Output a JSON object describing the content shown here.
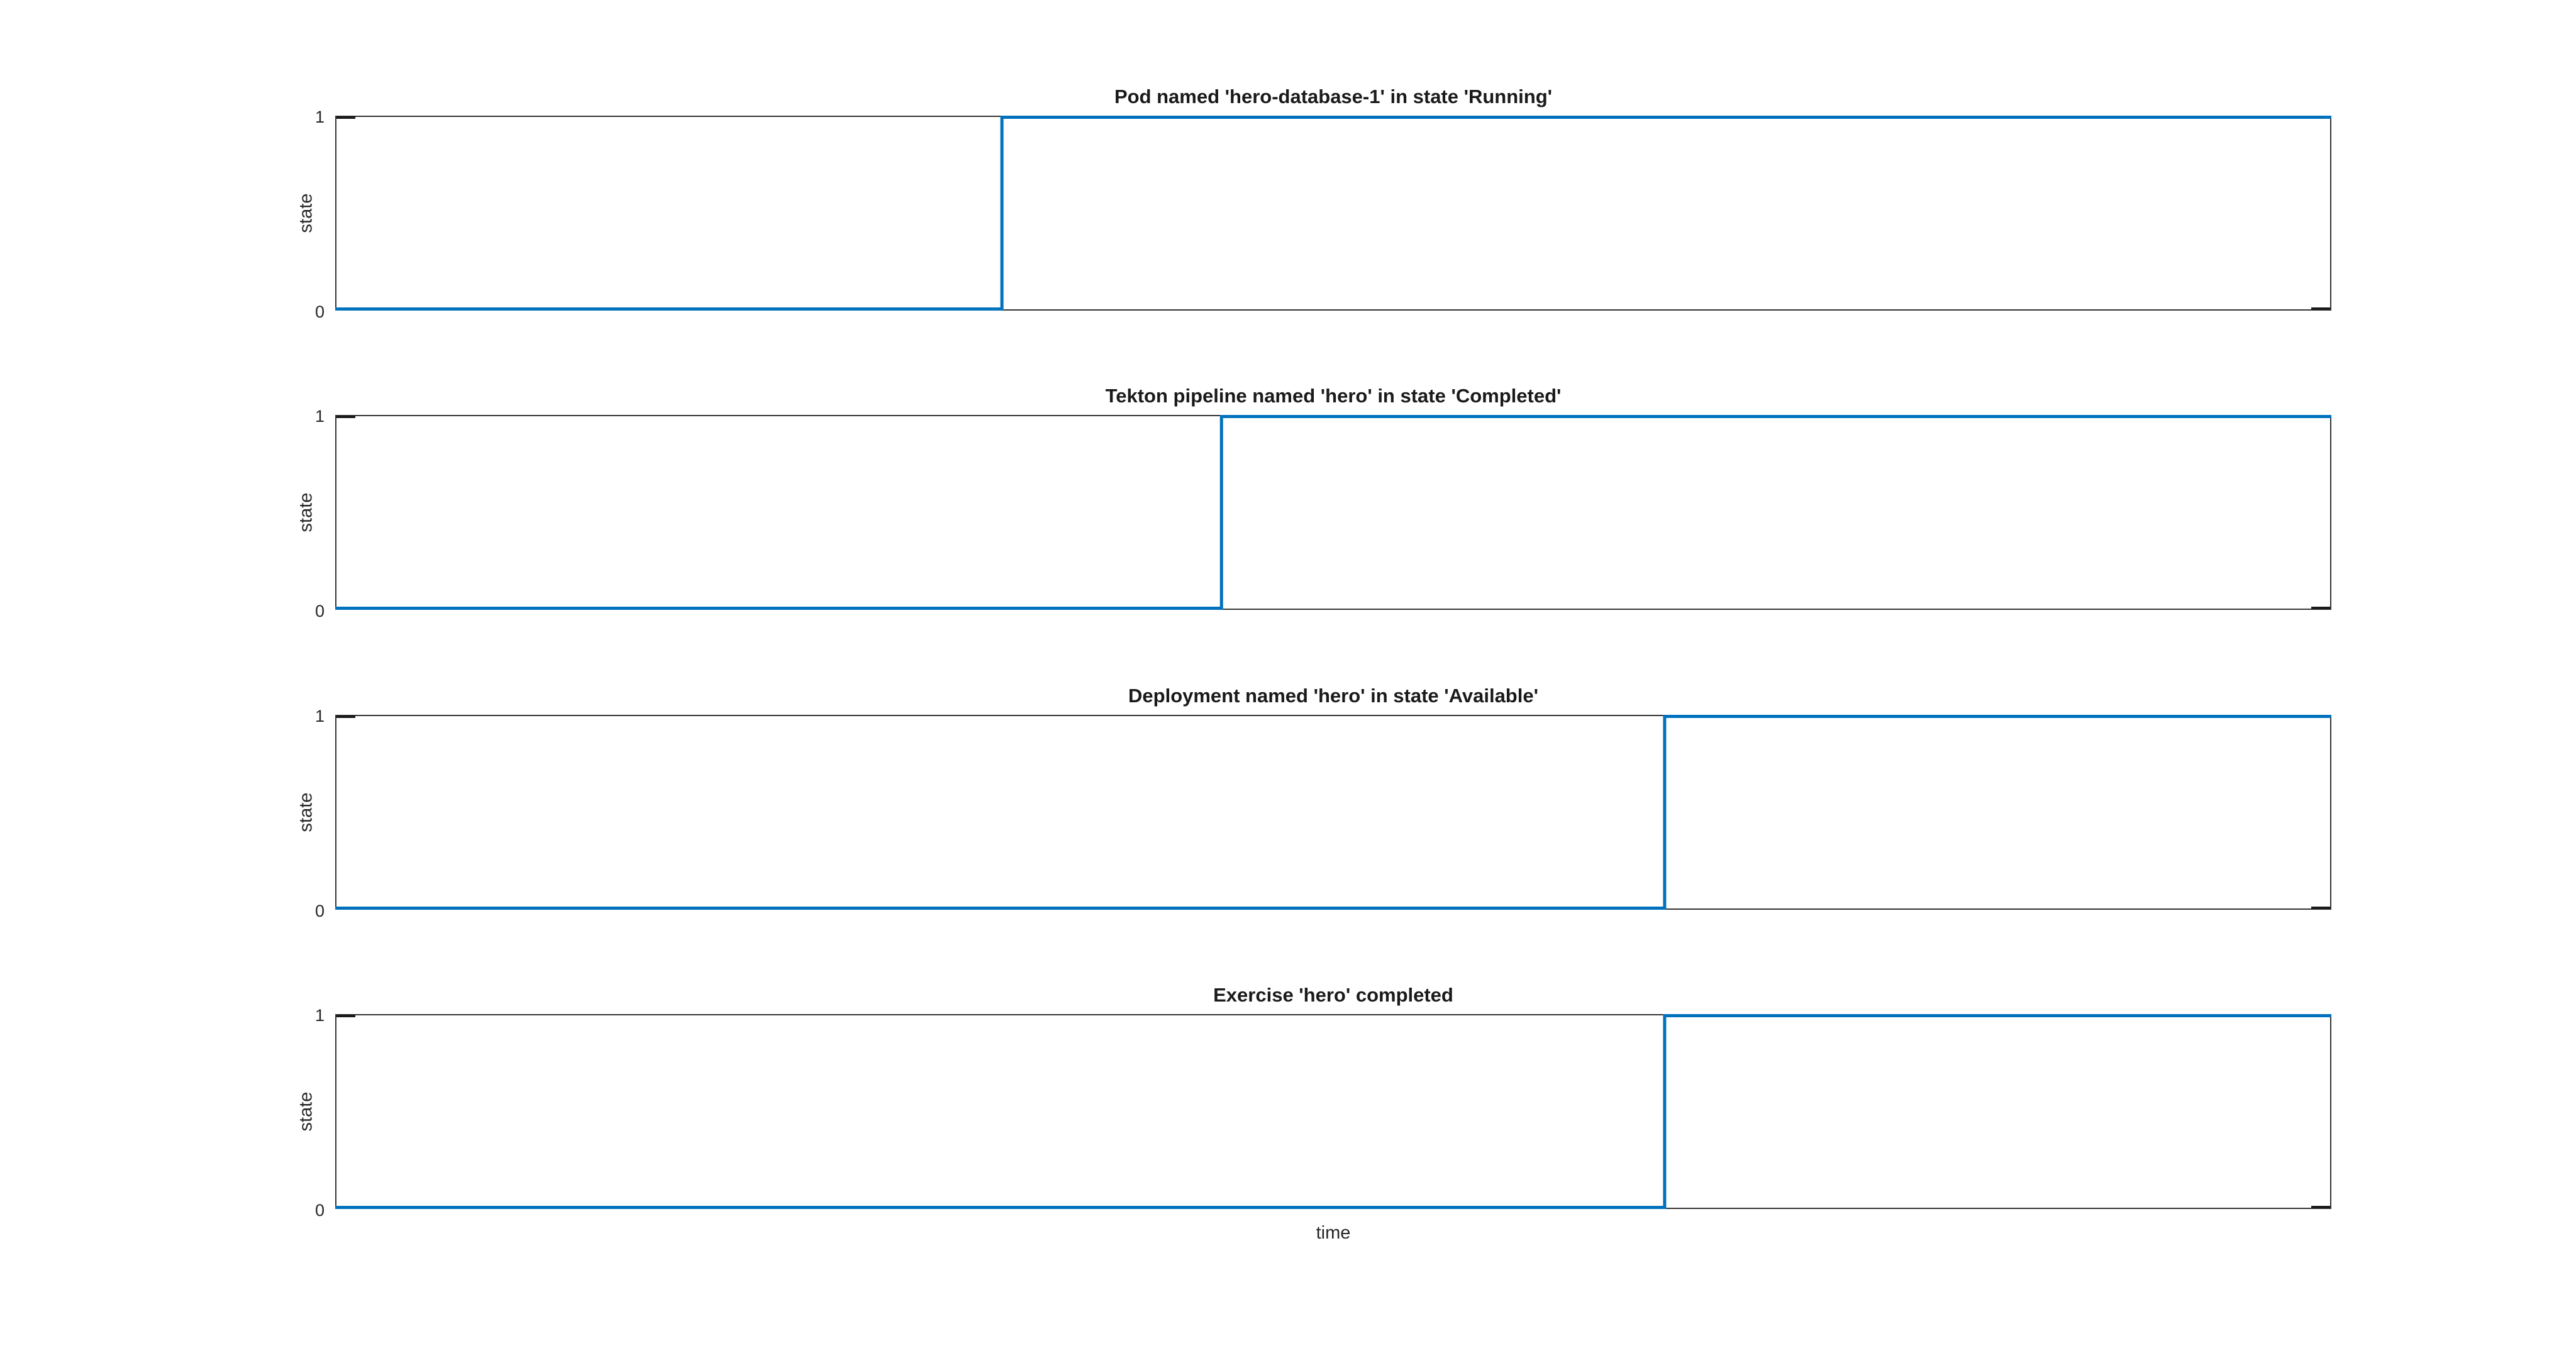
{
  "figure": {
    "xlabel": "time",
    "background_color": "#ffffff",
    "line_color": "#0072BD",
    "axes_color": "#333333",
    "text_color": "#262626"
  },
  "chart_data": [
    {
      "type": "line",
      "step": true,
      "title": "Pod named 'hero-database-1' in state 'Running'",
      "ylabel": "state",
      "yticks": [
        "0",
        "1"
      ],
      "ylim": [
        0,
        1
      ],
      "x_fraction": [
        0,
        0.334,
        1
      ],
      "y": [
        0,
        1,
        1
      ],
      "annotation": "state is 0 until ~33% of the time axis, then steps to 1"
    },
    {
      "type": "line",
      "step": true,
      "title": "Tekton pipeline named 'hero' in state 'Completed'",
      "ylabel": "state",
      "yticks": [
        "0",
        "1"
      ],
      "ylim": [
        0,
        1
      ],
      "x_fraction": [
        0,
        0.444,
        1
      ],
      "y": [
        0,
        1,
        1
      ],
      "annotation": "state is 0 until ~44% of the time axis, then steps to 1"
    },
    {
      "type": "line",
      "step": true,
      "title": "Deployment named 'hero' in state 'Available'",
      "ylabel": "state",
      "yticks": [
        "0",
        "1"
      ],
      "ylim": [
        0,
        1
      ],
      "x_fraction": [
        0,
        0.666,
        1
      ],
      "y": [
        0,
        1,
        1
      ],
      "annotation": "state is 0 until ~67% of the time axis, then steps to 1"
    },
    {
      "type": "line",
      "step": true,
      "title": "Exercise 'hero' completed",
      "ylabel": "state",
      "yticks": [
        "0",
        "1"
      ],
      "ylim": [
        0,
        1
      ],
      "x_fraction": [
        0,
        0.666,
        1
      ],
      "y": [
        0,
        1,
        1
      ],
      "annotation": "state is 0 until ~67% of the time axis, then steps to 1"
    }
  ]
}
